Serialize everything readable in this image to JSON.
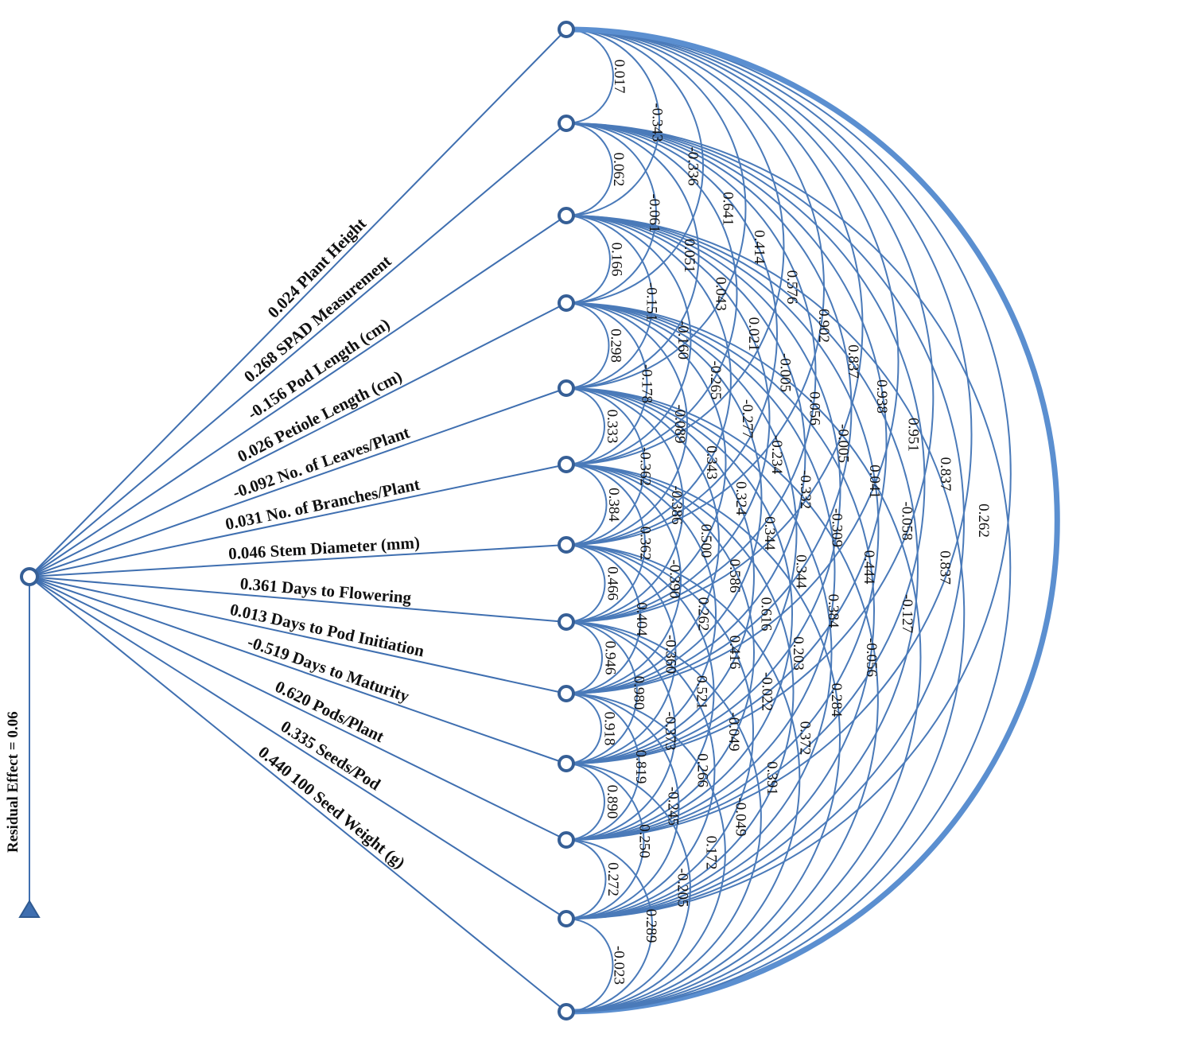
{
  "diagram": {
    "residual_label": "Residual Effect = 0.06",
    "traits": [
      {
        "label": "0.024 Plant Height"
      },
      {
        "label": "0.268 SPAD Measurement"
      },
      {
        "label": "-0.156 Pod Length (cm)"
      },
      {
        "label": "0.026 Petiole Length (cm)"
      },
      {
        "label": "-0.092 No. of Leaves/Plant"
      },
      {
        "label": "0.031 No. of Branches/Plant"
      },
      {
        "label": "0.046 Stem Diameter (mm)"
      },
      {
        "label": "0.361 Days to Flowering"
      },
      {
        "label": "0.013 Days to Pod Initiation"
      },
      {
        "label": "-0.519 Days to Maturity"
      },
      {
        "label": "0.620 Pods/Plant"
      },
      {
        "label": "0.335 Seeds/Pod"
      },
      {
        "label": "0.440 100 Seed Weight (g)"
      }
    ],
    "correlations": [
      [
        null,
        "0.017",
        "-0.343",
        "-0.336",
        "0.641",
        "0.414",
        "0.576",
        "0.902",
        "0.837",
        "0.938",
        "0.951",
        "0.837",
        "0.262"
      ],
      [
        null,
        null,
        "0.062",
        "-0.061",
        "0.051",
        "0.043",
        "0.021",
        "-0.005",
        "0.056",
        "-0.005",
        "0.041",
        "-0.058",
        "0.837"
      ],
      [
        null,
        null,
        null,
        "0.166",
        "-0.151",
        "-0.160",
        "-0.265",
        "-0.277",
        "-0.234",
        "-0.332",
        "-0.309",
        "0.444",
        "-0.127"
      ],
      [
        null,
        null,
        null,
        null,
        "0.298",
        "-0.178",
        "-0.089",
        "0.343",
        "0.324",
        "0.344",
        "0.344",
        "0.384",
        "-0.056"
      ],
      [
        null,
        null,
        null,
        null,
        null,
        "0.333",
        "-0.362",
        "-0.386",
        "0.500",
        "0.586",
        "0.616",
        "0.203",
        "0.284"
      ],
      [
        null,
        null,
        null,
        null,
        null,
        null,
        "0.384",
        "0.362",
        "-0.390",
        "0.262",
        "0.416",
        "-0.022",
        "0.372"
      ],
      [
        null,
        null,
        null,
        null,
        null,
        null,
        null,
        "0.466",
        "0.404",
        "-0.360",
        "0.521",
        "-0.049",
        "0.391"
      ],
      [
        null,
        null,
        null,
        null,
        null,
        null,
        null,
        null,
        "0.946",
        "0.980",
        "-0.373",
        "0.266",
        "-0.049"
      ],
      [
        null,
        null,
        null,
        null,
        null,
        null,
        null,
        null,
        null,
        "0.918",
        "0.819",
        "-0.245",
        "0.172"
      ],
      [
        null,
        null,
        null,
        null,
        null,
        null,
        null,
        null,
        null,
        null,
        "0.890",
        "0.250",
        "-0.205"
      ],
      [
        null,
        null,
        null,
        null,
        null,
        null,
        null,
        null,
        null,
        null,
        null,
        "0.272",
        "0.289"
      ],
      [
        null,
        null,
        null,
        null,
        null,
        null,
        null,
        null,
        null,
        null,
        null,
        null,
        "-0.023"
      ],
      [
        null,
        null,
        null,
        null,
        null,
        null,
        null,
        null,
        null,
        null,
        null,
        null,
        null
      ]
    ],
    "colors": {
      "arc": "#4a7ab9",
      "arc_thick": "#5b8fd0",
      "node_stroke": "#365f96",
      "text": "#111111"
    }
  }
}
